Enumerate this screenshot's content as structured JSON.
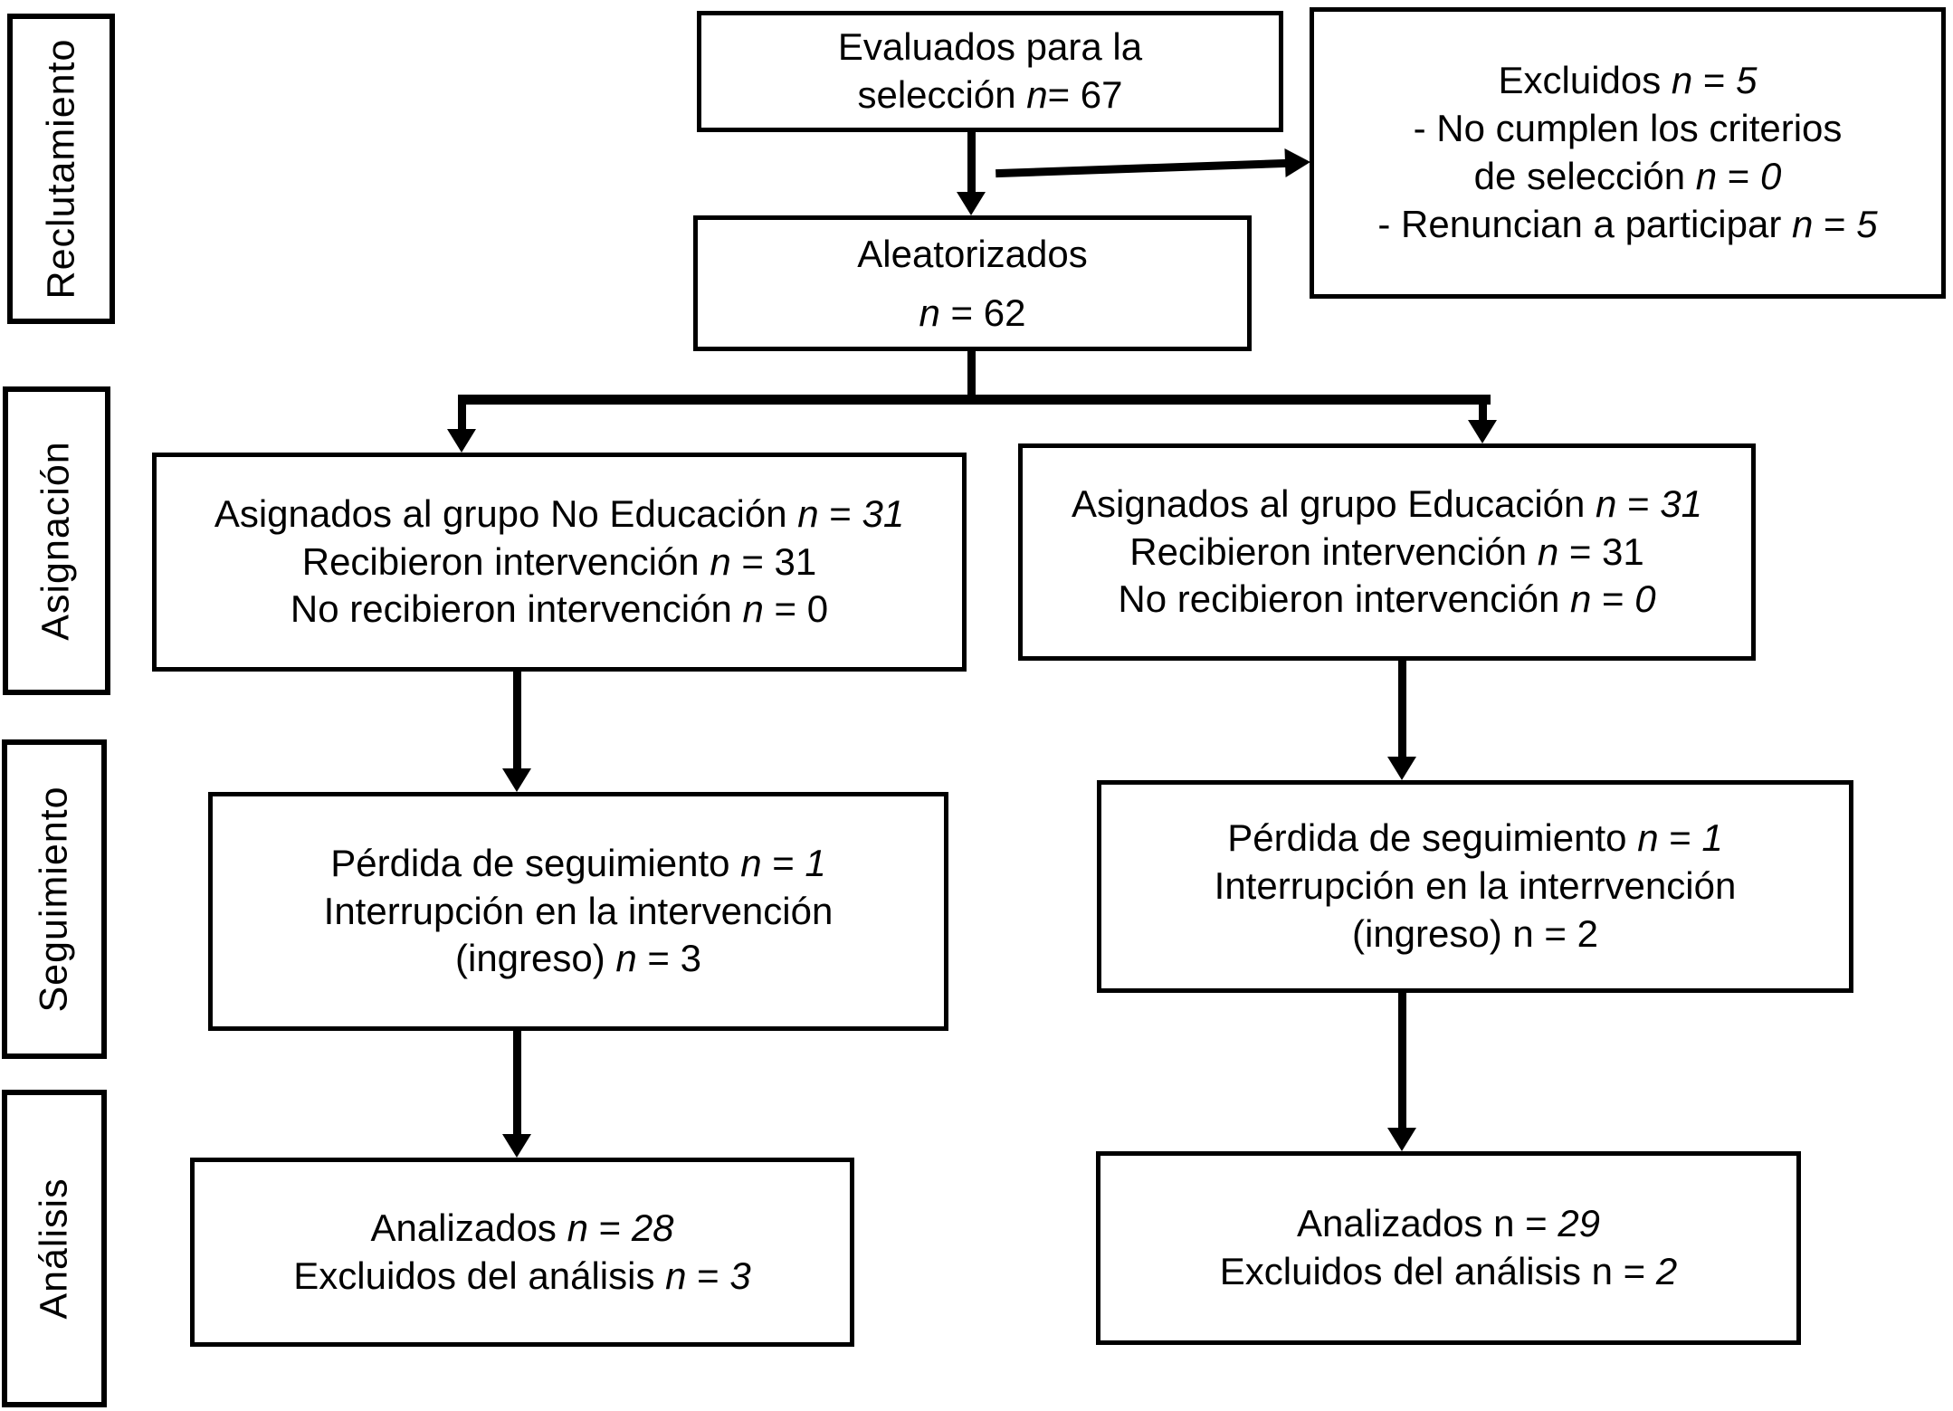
{
  "colors": {
    "ink": "#000000",
    "background": "#ffffff"
  },
  "sidebar": [
    {
      "label": "Reclutamiento"
    },
    {
      "label": "Asignación"
    },
    {
      "label": "Seguimiento"
    },
    {
      "label": "Análisis"
    }
  ],
  "boxes": {
    "evaluados": {
      "lines": [
        [
          {
            "t": "Evaluados para la",
            "i": false
          }
        ],
        [
          {
            "t": "selección ",
            "i": false
          },
          {
            "t": "n",
            "i": true
          },
          {
            "t": "= 67",
            "i": false
          }
        ]
      ]
    },
    "excluidos": {
      "lines": [
        [
          {
            "t": "Excluidos ",
            "i": false
          },
          {
            "t": "n",
            "i": true
          },
          {
            "t": " = ",
            "i": false
          },
          {
            "t": "5",
            "i": true
          }
        ],
        [
          {
            "t": "- No cumplen los criterios",
            "i": false
          }
        ],
        [
          {
            "t": "de selección ",
            "i": false
          },
          {
            "t": "n",
            "i": true
          },
          {
            "t": " = ",
            "i": false
          },
          {
            "t": "0",
            "i": true
          }
        ],
        [
          {
            "t": "- Renuncian a participar ",
            "i": false
          },
          {
            "t": "n",
            "i": true
          },
          {
            "t": " = ",
            "i": false
          },
          {
            "t": "5",
            "i": true
          }
        ]
      ]
    },
    "aleatorizados": {
      "lines": [
        [
          {
            "t": "Aleatorizados",
            "i": false
          }
        ],
        [
          {
            "t": "n",
            "i": true
          },
          {
            "t": " = 62",
            "i": false
          }
        ]
      ]
    },
    "assign_left": {
      "lines": [
        [
          {
            "t": "Asignados al grupo No Educación ",
            "i": false
          },
          {
            "t": "n",
            "i": true
          },
          {
            "t": " = ",
            "i": false
          },
          {
            "t": "31",
            "i": true
          }
        ],
        [
          {
            "t": "Recibieron intervención ",
            "i": false
          },
          {
            "t": "n",
            "i": true
          },
          {
            "t": " = 31",
            "i": false
          }
        ],
        [
          {
            "t": "No recibieron intervención ",
            "i": false
          },
          {
            "t": "n",
            "i": true
          },
          {
            "t": " = 0",
            "i": false
          }
        ]
      ]
    },
    "assign_right": {
      "lines": [
        [
          {
            "t": "Asignados al grupo Educación ",
            "i": false
          },
          {
            "t": "n",
            "i": true
          },
          {
            "t": " = ",
            "i": false
          },
          {
            "t": "31",
            "i": true
          }
        ],
        [
          {
            "t": "Recibieron intervención ",
            "i": false
          },
          {
            "t": "n",
            "i": true
          },
          {
            "t": " = 31",
            "i": false
          }
        ],
        [
          {
            "t": "No recibieron intervención ",
            "i": false
          },
          {
            "t": "n",
            "i": true
          },
          {
            "t": " = ",
            "i": false
          },
          {
            "t": "0",
            "i": true
          }
        ]
      ]
    },
    "follow_left": {
      "lines": [
        [
          {
            "t": "Pérdida de seguimiento ",
            "i": false
          },
          {
            "t": "n",
            "i": true
          },
          {
            "t": " = ",
            "i": false
          },
          {
            "t": "1",
            "i": true
          }
        ],
        [
          {
            "t": "Interrupción en la intervención",
            "i": false
          }
        ],
        [
          {
            "t": "(ingreso) ",
            "i": false
          },
          {
            "t": "n",
            "i": true
          },
          {
            "t": " = 3",
            "i": false
          }
        ]
      ]
    },
    "follow_right": {
      "lines": [
        [
          {
            "t": "Pérdida de seguimiento ",
            "i": false
          },
          {
            "t": "n",
            "i": true
          },
          {
            "t": " = ",
            "i": false
          },
          {
            "t": "1",
            "i": true
          }
        ],
        [
          {
            "t": "Interrupción en la interrvención",
            "i": false
          }
        ],
        [
          {
            "t": "(ingreso) n = 2",
            "i": false
          }
        ]
      ]
    },
    "analysis_left": {
      "lines": [
        [
          {
            "t": "Analizados ",
            "i": false
          },
          {
            "t": "n",
            "i": true
          },
          {
            "t": " = ",
            "i": false
          },
          {
            "t": "28",
            "i": true
          }
        ],
        [
          {
            "t": "Excluidos del análisis ",
            "i": false
          },
          {
            "t": "n",
            "i": true
          },
          {
            "t": " = ",
            "i": false
          },
          {
            "t": "3",
            "i": true
          }
        ]
      ]
    },
    "analysis_right": {
      "lines": [
        [
          {
            "t": "Analizados n = ",
            "i": false
          },
          {
            "t": "29",
            "i": true
          }
        ],
        [
          {
            "t": "Excluidos del análisis n = ",
            "i": false
          },
          {
            "t": "2",
            "i": true
          }
        ]
      ]
    }
  }
}
